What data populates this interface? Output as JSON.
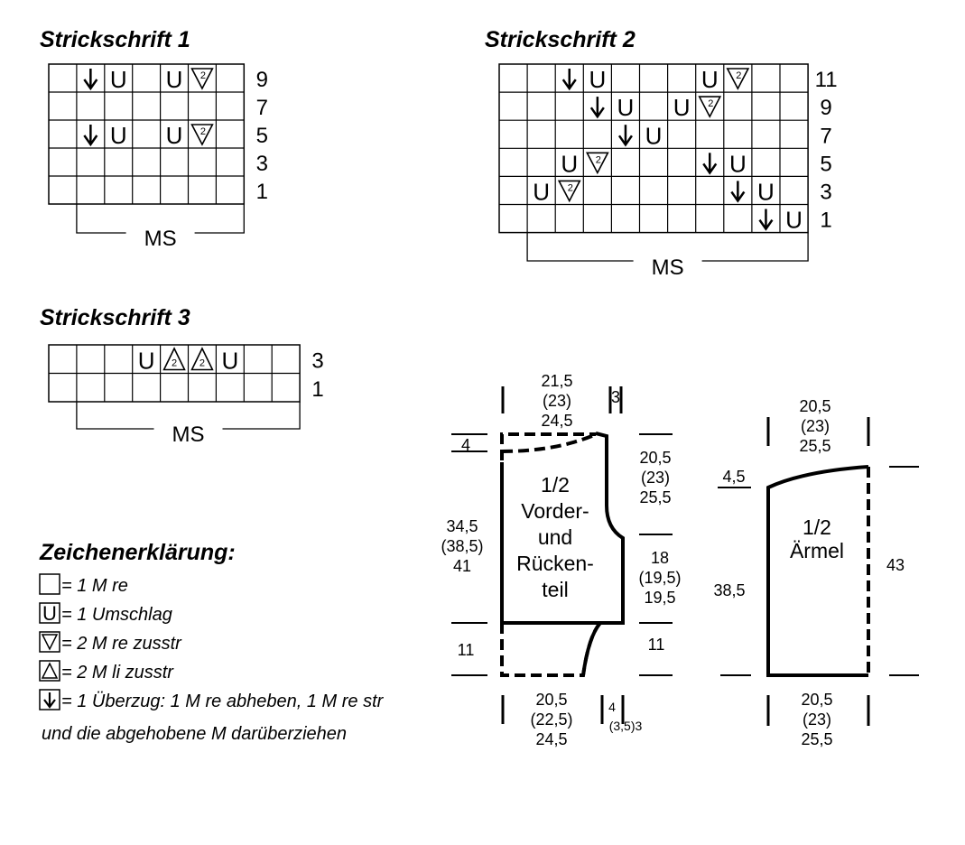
{
  "charts": [
    {
      "id": "c1",
      "title": "Strickschrift 1",
      "cols": 7,
      "rows": 5,
      "row_labels": [
        "9",
        "7",
        "5",
        "3",
        "1"
      ],
      "ms_label": "MS",
      "ms_span": [
        1,
        7
      ],
      "symbols": [
        {
          "row": 0,
          "col": 1,
          "sym": "down"
        },
        {
          "row": 0,
          "col": 2,
          "sym": "U"
        },
        {
          "row": 0,
          "col": 4,
          "sym": "U"
        },
        {
          "row": 0,
          "col": 5,
          "sym": "k2tog"
        },
        {
          "row": 2,
          "col": 1,
          "sym": "down"
        },
        {
          "row": 2,
          "col": 2,
          "sym": "U"
        },
        {
          "row": 2,
          "col": 4,
          "sym": "U"
        },
        {
          "row": 2,
          "col": 5,
          "sym": "k2tog"
        }
      ]
    },
    {
      "id": "c2",
      "title": "Strickschrift  2",
      "cols": 11,
      "rows": 6,
      "row_labels": [
        "11",
        "9",
        "7",
        "5",
        "3",
        "1"
      ],
      "ms_label": "MS",
      "ms_span": [
        1,
        11
      ],
      "symbols": [
        {
          "row": 0,
          "col": 2,
          "sym": "down"
        },
        {
          "row": 0,
          "col": 3,
          "sym": "U"
        },
        {
          "row": 0,
          "col": 7,
          "sym": "U"
        },
        {
          "row": 0,
          "col": 8,
          "sym": "k2tog"
        },
        {
          "row": 1,
          "col": 3,
          "sym": "down"
        },
        {
          "row": 1,
          "col": 4,
          "sym": "U"
        },
        {
          "row": 1,
          "col": 6,
          "sym": "U"
        },
        {
          "row": 1,
          "col": 7,
          "sym": "k2tog"
        },
        {
          "row": 2,
          "col": 4,
          "sym": "down"
        },
        {
          "row": 2,
          "col": 5,
          "sym": "U"
        },
        {
          "row": 3,
          "col": 2,
          "sym": "U"
        },
        {
          "row": 3,
          "col": 3,
          "sym": "k2tog"
        },
        {
          "row": 3,
          "col": 7,
          "sym": "down"
        },
        {
          "row": 3,
          "col": 8,
          "sym": "U"
        },
        {
          "row": 4,
          "col": 1,
          "sym": "U"
        },
        {
          "row": 4,
          "col": 2,
          "sym": "k2tog"
        },
        {
          "row": 4,
          "col": 8,
          "sym": "down"
        },
        {
          "row": 4,
          "col": 9,
          "sym": "U"
        },
        {
          "row": 5,
          "col": 9,
          "sym": "down"
        },
        {
          "row": 5,
          "col": 10,
          "sym": "U"
        }
      ]
    },
    {
      "id": "c3",
      "title": "Strickschrift  3",
      "cols": 9,
      "rows": 2,
      "row_labels": [
        "3",
        "1"
      ],
      "ms_label": "MS",
      "ms_span": [
        1,
        9
      ],
      "symbols": [
        {
          "row": 0,
          "col": 3,
          "sym": "U"
        },
        {
          "row": 0,
          "col": 4,
          "sym": "p2tog"
        },
        {
          "row": 0,
          "col": 5,
          "sym": "p2tog"
        },
        {
          "row": 0,
          "col": 6,
          "sym": "U"
        }
      ]
    }
  ],
  "legend": {
    "title": "Zeichenerklärung:",
    "items": [
      {
        "sym": "blank",
        "text": "= 1 M re"
      },
      {
        "sym": "U",
        "text": "= 1 Umschlag"
      },
      {
        "sym": "k2",
        "text": "= 2 M re zusstr"
      },
      {
        "sym": "p2",
        "text": "= 2 M li zusstr"
      },
      {
        "sym": "down",
        "text": "= 1 Überzug: 1 M re abheben, 1 M re str"
      }
    ],
    "continuation": "und die abgehobene M darüberziehen"
  },
  "body_piece": {
    "label_lines": [
      "1/2",
      "Vorder-",
      "und",
      "Rücken-",
      "teil"
    ],
    "top_width": [
      "21,5",
      "(23)",
      "24,5"
    ],
    "neck": "3",
    "shoulder": "4",
    "armhole": [
      "20,5",
      "(23)",
      "25,5"
    ],
    "side": [
      "18",
      "(19,5)",
      "19,5"
    ],
    "total_length": [
      "34,5",
      "(38,5)",
      "41"
    ],
    "rib": "11",
    "rib_right": "11",
    "bottom_width": [
      "20,5",
      "(22,5)",
      "24,5"
    ],
    "bottom_small": [
      "4",
      "(3,5)3"
    ]
  },
  "sleeve_piece": {
    "label_lines": [
      "1/2",
      "Ärmel"
    ],
    "top_width": [
      "20,5",
      "(23)",
      "25,5"
    ],
    "cap": "4,5",
    "length_left": "38,5",
    "length_right": "43",
    "bottom_width": [
      "20,5",
      "(23)",
      "25,5"
    ]
  }
}
